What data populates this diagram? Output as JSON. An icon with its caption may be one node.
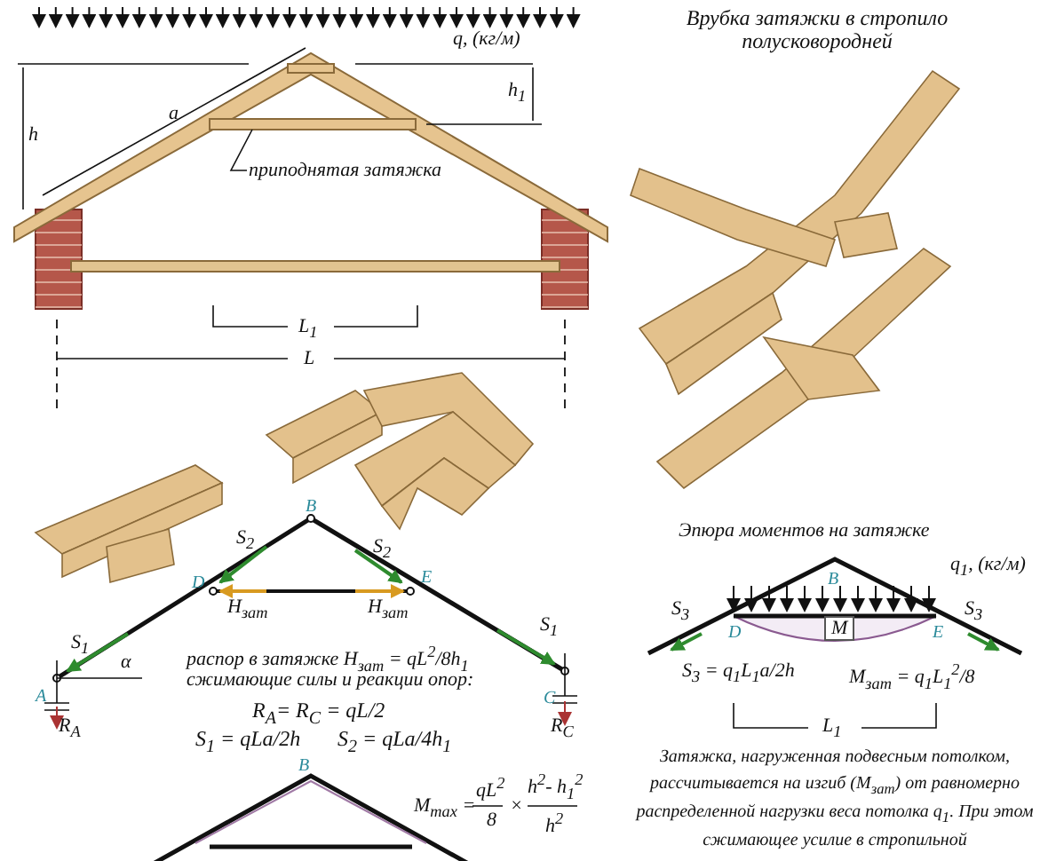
{
  "diagram": {
    "nodes": [
      {
        "text": [
          "приподнятая затяжка"
        ]
      },
      {
        "text": [],
        "shape": "bar"
      }
    ],
    "edges": [
      {
        "from": 0,
        "to": 1,
        "arrow": "none"
      }
    ],
    "labels": [
      "Врубка затяжки в стропило полусковородней",
      "q, (кг/м)",
      "h",
      "a",
      "h$_{1}$",
      "L$_{1}$",
      "L",
      "Эпюра моментов на затяжке",
      "B",
      "S$_{2}$",
      "S$_{2}$",
      "D",
      "E",
      "H$_{зат}$",
      "H$_{зат}$",
      "q$_{1}$, (кг/м)",
      "B",
      "S$_{3}$",
      "S$_{3}$",
      "D",
      "M",
      "E",
      "S$_{1}$",
      "α",
      "S$_{1}$",
      "распор в затяжке  H$_{зат}$ = qL$^{2}$/8h$_{1}$",
      "сжимающие силы и реакции опор:",
      "A",
      "C",
      "R$_{A}$= R$_{C}$ = qL/2",
      "R$_{A}$",
      "R$_{C}$",
      "S$_{1}$ = qLa/2h",
      "S$_{2}$ = qLa/4h$_{1}$",
      "S$_{3}$ = q$_{1}$L$_{1}$a/2h",
      "M$_{зат}$ = q$_{1}$L$_{1}$$^{2}$/8",
      "L$_{1}$",
      "B",
      "M$_{max}$ =",
      "qL$^{2}$",
      "8",
      "×",
      "h$^{2}$- h$_{1}$$^{2}$",
      "h$^{2}$",
      "Затяжка, нагруженная подвесным потолком, рассчитывается на изгиб (M$_{зат}$) от равномерно распределенной нагрузки веса потолка q$_{1}$. При этом сжимающее усилие в стропильной"
    ]
  }
}
